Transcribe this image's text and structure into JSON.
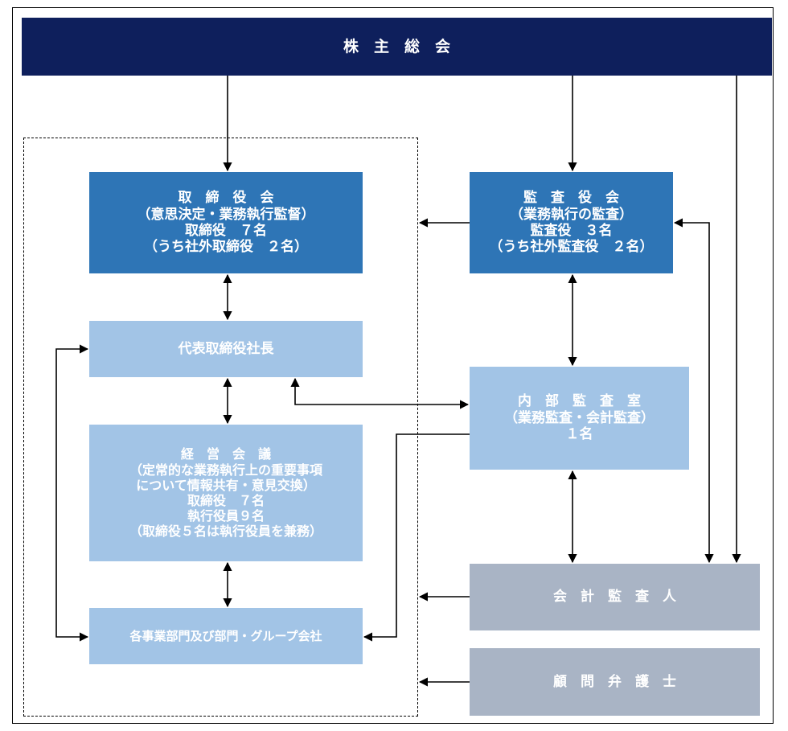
{
  "shareholders_meeting": {
    "label": "株　主　総　会"
  },
  "board": {
    "title": "取　締　役　会",
    "role": "（意思決定・業務執行監督）",
    "count": "取締役　７名",
    "outside": "（うち社外取締役　２名）"
  },
  "audit_board": {
    "title": "監　査　役　会",
    "role": "（業務執行の監査）",
    "count": "監査役　３名",
    "outside": "（うち社外監査役　２名）"
  },
  "president": {
    "label": "代表取締役社長"
  },
  "internal_audit": {
    "title": "内　部　監　査　室",
    "role": "（業務監査・会計監査）",
    "count": "１名"
  },
  "management_meeting": {
    "title": "経　営　会　議",
    "line1": "（定常的な業務執行上の重要事項",
    "line2": "について情報共有・意見交換）",
    "line3": "取締役　７名",
    "line4": "執行役員９名",
    "line5": "（取締役５名は執行役員を兼務）"
  },
  "business_units": {
    "label": "各事業部門及び部門・グループ会社"
  },
  "accounting_auditor": {
    "label": "会　計　監　査　人"
  },
  "legal_advisor": {
    "label": "顧　問　弁　護　士"
  },
  "colors": {
    "navy": "#0e1f5c",
    "medium_blue": "#2e75b6",
    "light_blue": "#a2c4e6",
    "gray": "#a9b4c5"
  }
}
